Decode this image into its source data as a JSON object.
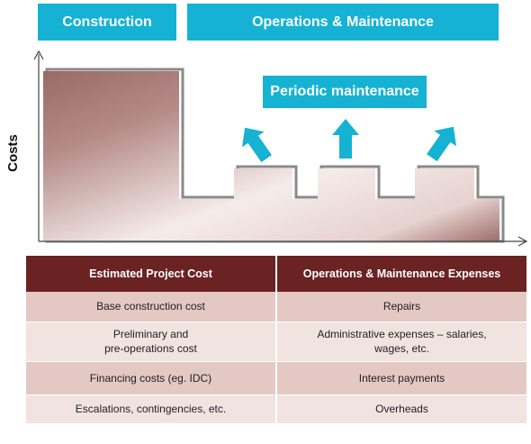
{
  "phases": {
    "construction": "Construction",
    "operations": "Operations & Maintenance"
  },
  "chart": {
    "y_axis_label": "Costs",
    "periodic_label": "Periodic maintenance",
    "colors": {
      "accent": "#15b2d3",
      "fill_dark": "#a0716d",
      "fill_light": "#f3e8e6",
      "outline": "#8a8a8a",
      "header": "#6b2222"
    }
  },
  "table": {
    "headers": [
      "Estimated Project Cost",
      "Operations & Maintenance Expenses"
    ],
    "rows": [
      {
        "left": [
          "Base construction cost"
        ],
        "right": [
          "Repairs"
        ]
      },
      {
        "left": [
          "Preliminary and",
          "pre-operations cost"
        ],
        "right": [
          "Administrative expenses – salaries,",
          "wages, etc."
        ]
      },
      {
        "left": [
          "Financing costs (eg. IDC)"
        ],
        "right": [
          "Interest payments"
        ]
      },
      {
        "left": [
          "Escalations, contingencies, etc."
        ],
        "right": [
          "Overheads"
        ]
      }
    ]
  }
}
